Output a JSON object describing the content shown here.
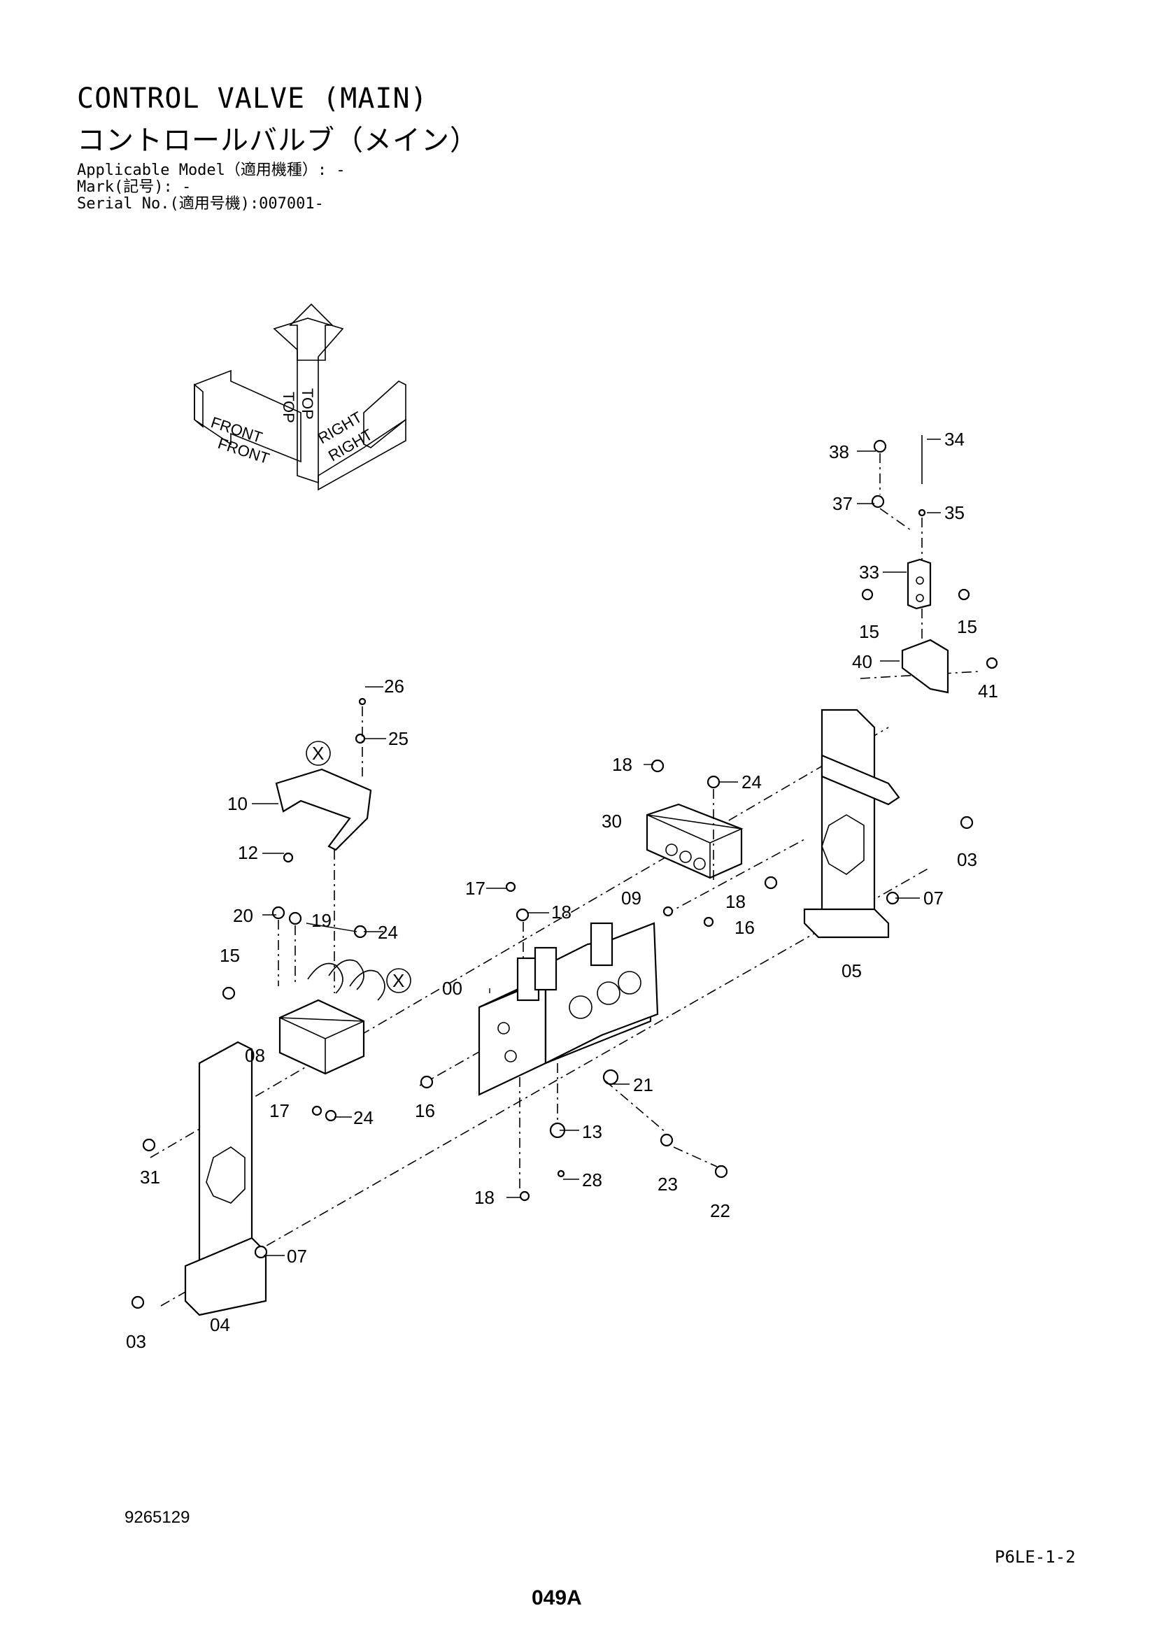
{
  "header": {
    "title_en": "CONTROL VALVE (MAIN)",
    "title_jp": "コントロールバルブ（メイン）",
    "applicable_model": "Applicable Model（適用機種）: -",
    "mark": "Mark(記号): -",
    "serial_no": "Serial No.(適用号機):007001-"
  },
  "orientation": {
    "front": "FRONT",
    "top": "TOP",
    "right": "RIGHT"
  },
  "footer": {
    "drawing_no": "9265129",
    "page_code": "P6LE-1-2",
    "page_no": "049A"
  },
  "callouts": {
    "c00": "00",
    "c03a": "03",
    "c03b": "03",
    "c04": "04",
    "c05": "05",
    "c07a": "07",
    "c07b": "07",
    "c08": "08",
    "c09": "09",
    "c10": "10",
    "c12": "12",
    "c13": "13",
    "c15a": "15",
    "c15b": "15",
    "c15c": "15",
    "c16a": "16",
    "c16b": "16",
    "c17a": "17",
    "c17b": "17",
    "c18a": "18",
    "c18b": "18",
    "c18c": "18",
    "c18d": "18",
    "c19": "19",
    "c20": "20",
    "c21": "21",
    "c22": "22",
    "c23": "23",
    "c24a": "24",
    "c24b": "24",
    "c24c": "24",
    "c25": "25",
    "c26": "26",
    "c28": "28",
    "c30": "30",
    "c31": "31",
    "c33": "33",
    "c34": "34",
    "c35": "35",
    "c37": "37",
    "c38": "38",
    "c40": "40",
    "c41": "41",
    "xa": "X",
    "xb": "X"
  }
}
